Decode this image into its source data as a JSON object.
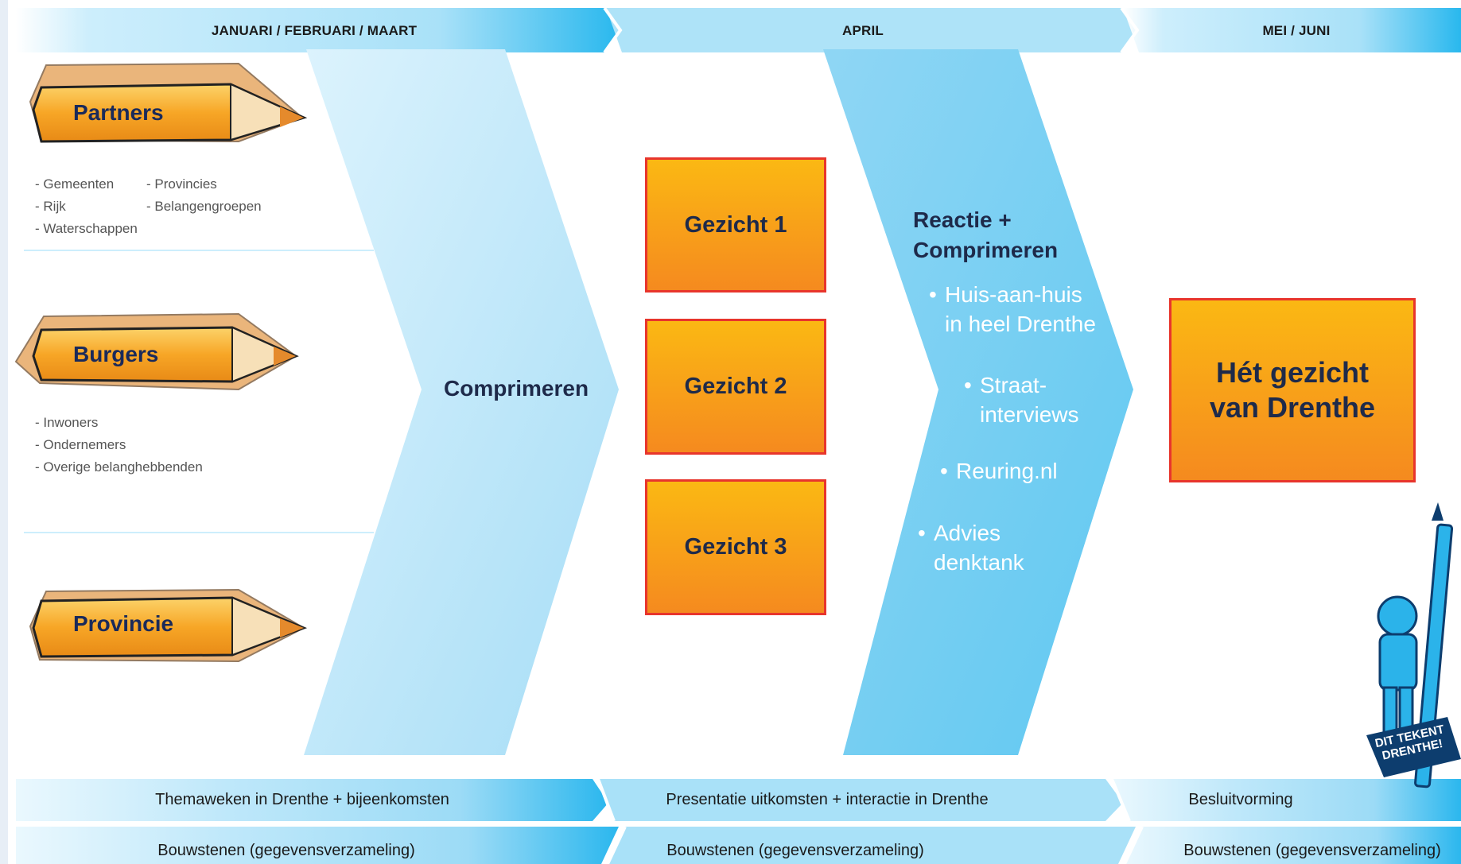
{
  "header": {
    "phases": [
      "JANUARI / FEBRUARI / MAART",
      "APRIL",
      "MEI / JUNI"
    ]
  },
  "groups": [
    {
      "label": "Partners",
      "items": [
        "- Gemeenten",
        "- Provincies",
        "- Rijk",
        "- Belangengroepen",
        "- Waterschappen"
      ]
    },
    {
      "label": "Burgers",
      "items": [
        "- Inwoners",
        "- Ondernemers",
        "- Overige belanghebbenden"
      ]
    },
    {
      "label": "Provincie",
      "items": []
    }
  ],
  "stage1": {
    "label": "Comprimeren"
  },
  "faces": [
    "Gezicht 1",
    "Gezicht 2",
    "Gezicht 3"
  ],
  "stage2": {
    "title_line1": "Reactie +",
    "title_line2": "Comprimeren",
    "bullets": [
      {
        "line1": "Huis-aan-huis",
        "line2": "in heel Drenthe"
      },
      {
        "line1": "Straat-",
        "line2": "interviews"
      },
      {
        "line1": "Reuring.nl",
        "line2": ""
      },
      {
        "line1": "Advies",
        "line2": "denktank"
      }
    ]
  },
  "result": {
    "line1": "Hét gezicht",
    "line2": "van Drenthe"
  },
  "logo": {
    "line1": "DIT TEKENT",
    "line2": "DRENTHE!"
  },
  "footer": {
    "row1": [
      "Themaweken in Drenthe + bijeenkomsten",
      "Presentatie uitkomsten + interactie in Drenthe",
      "Besluitvorming"
    ],
    "row2": [
      "Bouwstenen (gegevensverzameling)",
      "Bouwstenen (gegevensverzameling)",
      "Bouwstenen (gegevensverzameling)"
    ]
  },
  "colors": {
    "light_blue": "#cdeefc",
    "mid_blue": "#9fdcf6",
    "bright_blue": "#6ccdf3",
    "orange_top": "#fbb813",
    "orange_bottom": "#f58a1f",
    "box_border": "#e8352c",
    "dark_text": "#1e2a4a"
  }
}
